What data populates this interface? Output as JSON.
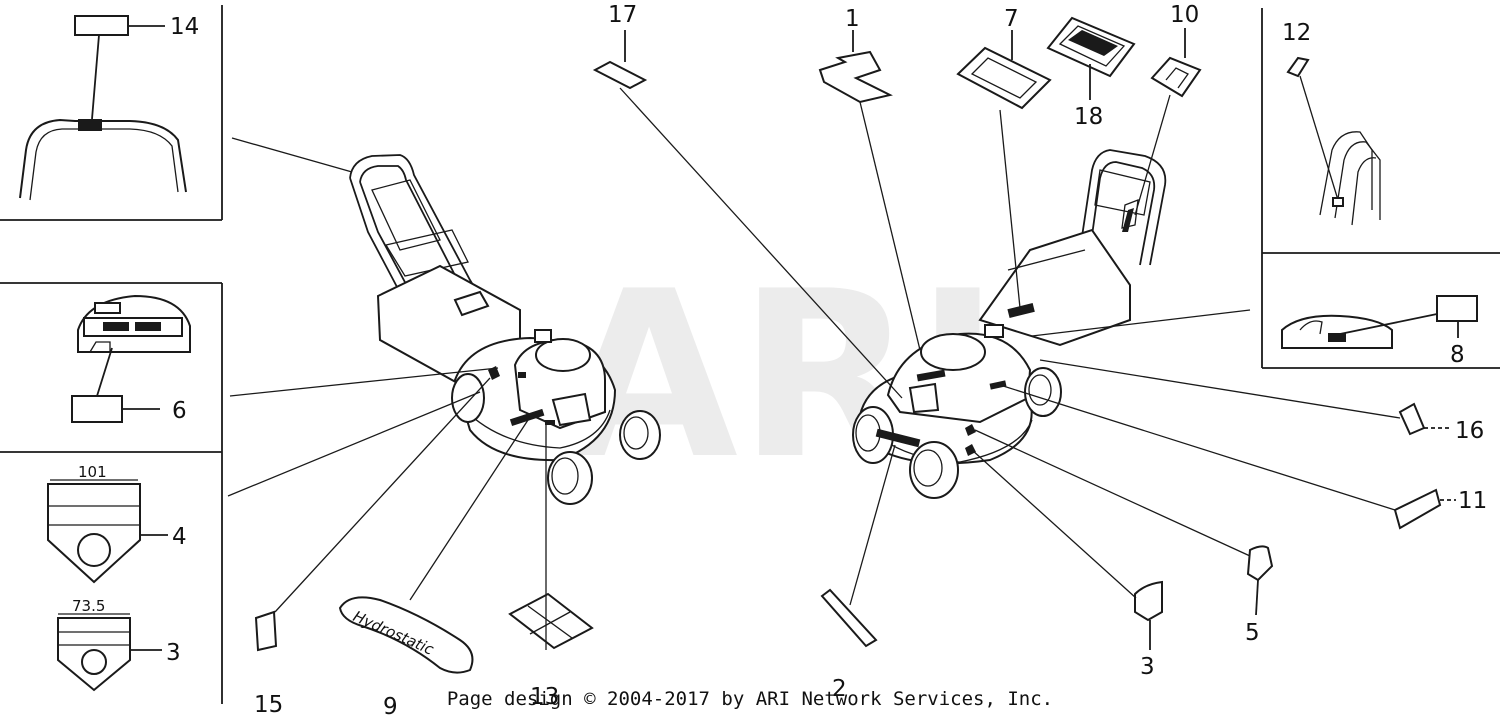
{
  "watermark": "ARI",
  "footer": "Page design © 2004-2017 by ARI Network Services, Inc.",
  "callouts": {
    "c1": "1",
    "c2": "2",
    "c3a": "3",
    "c3b": "3",
    "c4": "4",
    "c5": "5",
    "c6": "6",
    "c7": "7",
    "c8": "8",
    "c9": "9",
    "c10": "10",
    "c11": "11",
    "c12": "12",
    "c13": "13",
    "c14": "14",
    "c15": "15",
    "c16": "16",
    "c17": "17",
    "c18": "18"
  },
  "labels": {
    "shield_upper_value": "101",
    "shield_lower_value": "73.5",
    "decal_text": "Hydrostatic"
  }
}
